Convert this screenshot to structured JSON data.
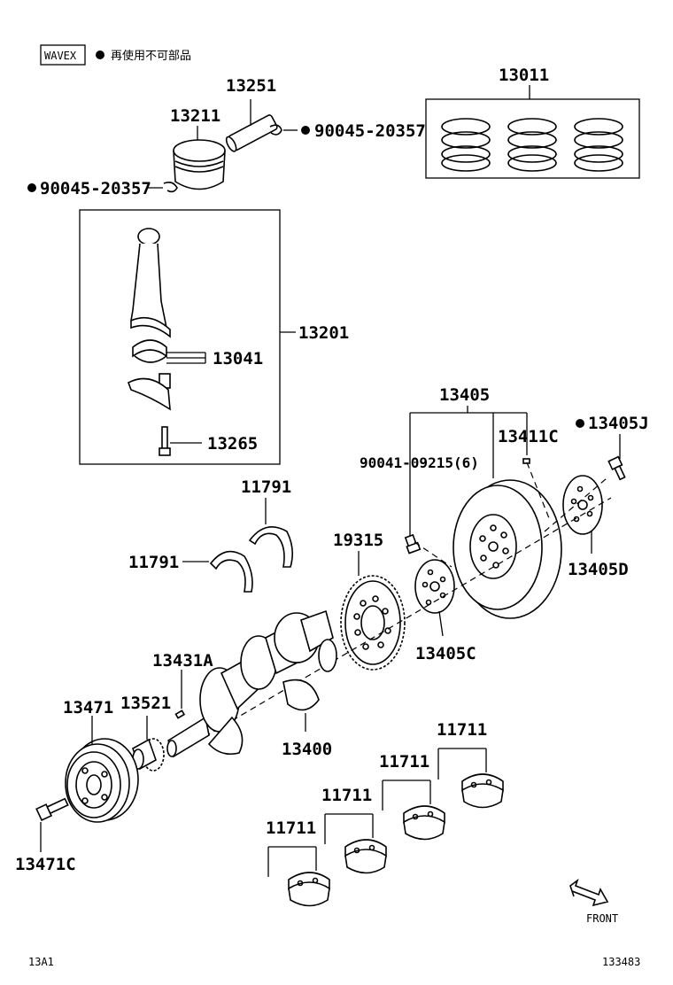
{
  "legend": {
    "box_label": "WAVEX",
    "note": "再使用不可部品"
  },
  "labels": {
    "l13251": "13251",
    "l13211": "13211",
    "l13011": "13011",
    "l90045a": "90045-20357",
    "l90045b": "90045-20357",
    "l13201": "13201",
    "l13041": "13041",
    "l13265": "13265",
    "l13405": "13405",
    "l13405J": "13405J",
    "l13411C": "13411C",
    "l90041": "90041-09215(6)",
    "l11791a": "11791",
    "l11791b": "11791",
    "l19315": "19315",
    "l13405D": "13405D",
    "l13405C": "13405C",
    "l13431A": "13431A",
    "l13471": "13471",
    "l13521": "13521",
    "l13400": "13400",
    "l11711a": "11711",
    "l11711b": "11711",
    "l11711c": "11711",
    "l11711d": "11711",
    "l13471C": "13471C"
  },
  "front_label": "FRONT",
  "footer": {
    "left": "13A1",
    "right": "133483"
  },
  "icons": {
    "bullet": "filled-circle-icon",
    "front_arrow": "front-arrow-icon"
  }
}
